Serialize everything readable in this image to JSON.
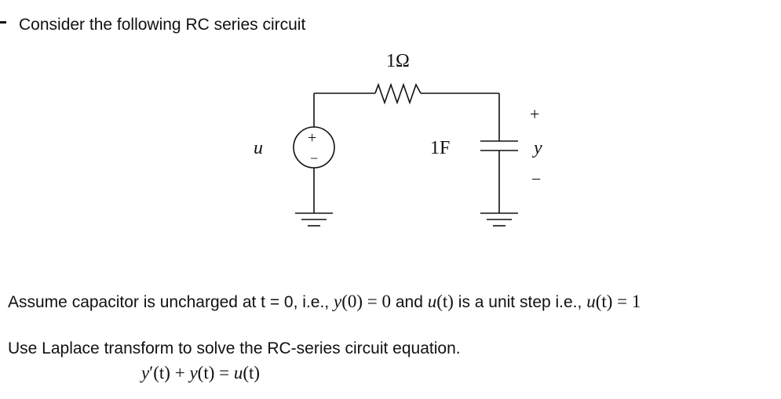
{
  "heading": "Consider the following RC series circuit",
  "circuit": {
    "resistor_label": "1Ω",
    "capacitor_label": "1F",
    "source_label": "u",
    "source_plus": "+",
    "source_minus": "−",
    "output_label": "y",
    "output_plus": "+",
    "output_minus": "−"
  },
  "assumption": {
    "text_before": "Assume capacitor is uncharged at t = 0, i.e., ",
    "cond1_lhs": "y",
    "cond1_arg": "(0)",
    "cond1_eq": " = 0",
    "text_and": " and ",
    "cond2_lhs": "u",
    "cond2_arg": "(t)",
    "text_mid": " is a unit step i.e., ",
    "cond3_lhs": "u",
    "cond3_arg": "(t)",
    "cond3_eq": " = 1"
  },
  "task": "Use Laplace transform to solve the RC-series circuit equation.",
  "equation": {
    "y": "y",
    "prime": "′",
    "t1": "(t)",
    "plus": " + ",
    "y2": "y",
    "t2": "(t)",
    "eq": " = ",
    "u": "u",
    "t3": "(t)"
  }
}
